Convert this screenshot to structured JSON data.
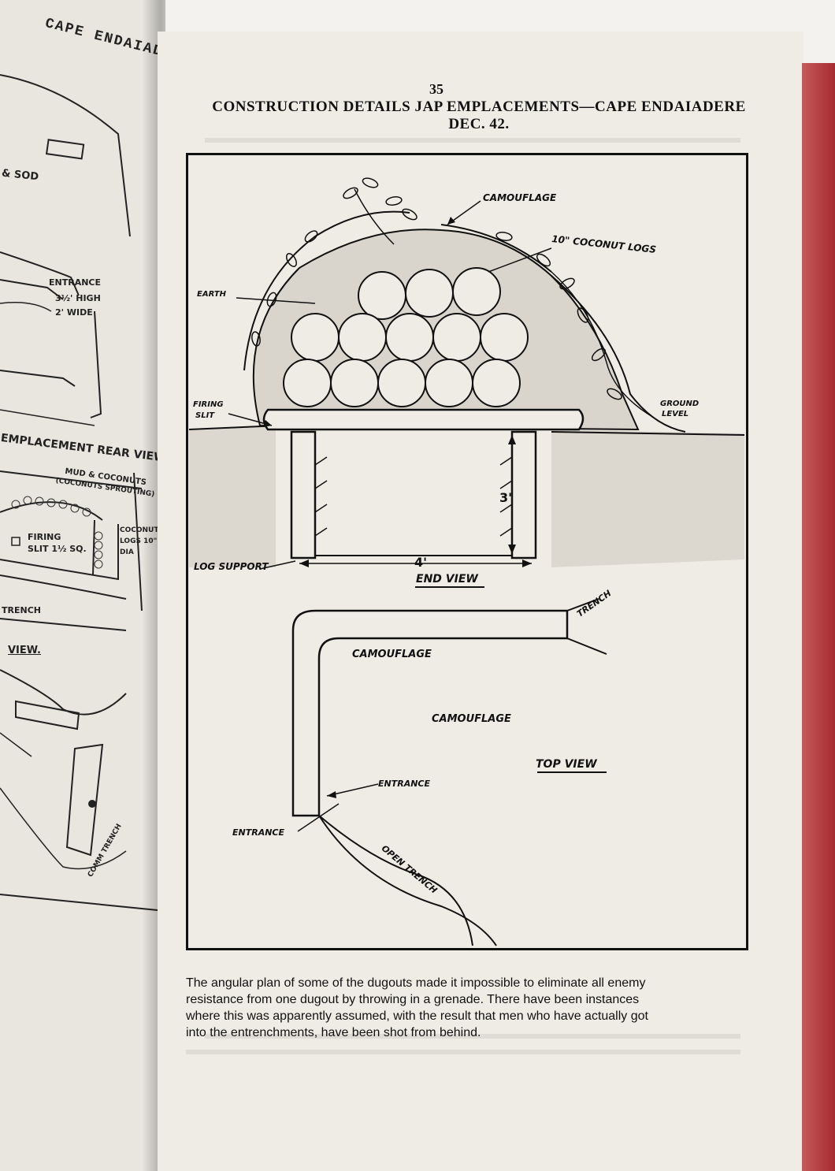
{
  "left_page": {
    "header": "CAPE ENDAIADERE AREA",
    "labels": {
      "sod": "& SOD",
      "entrance": "ENTRANCE",
      "high": "3½' HIGH",
      "wide": "2' WIDE",
      "emplacement_rear_view": "EMPLACEMENT REAR VIEW",
      "mud_coconuts": "MUD & COCONUTS",
      "coconuts_sprouting": "(COCONUTS SPROUTING)",
      "firing_slit": "FIRING",
      "slit_size": "SLIT 1½ SQ.",
      "coconut_logs": "COCONUT",
      "logs_dia": "LOGS 10\"",
      "dia": "DIA",
      "trench": "TRENCH",
      "view": "VIEW.",
      "comm_trench": "COMM TRENCH"
    }
  },
  "page": {
    "number": "35",
    "title_line1": "CONSTRUCTION DETAILS JAP EMPLACEMENTS—CAPE ENDAIADERE",
    "title_line2": "DEC. 42."
  },
  "figure": {
    "end_view": {
      "camouflage": "CAMOUFLAGE",
      "coconut_logs": "10\" COCONUT LOGS",
      "earth": "EARTH",
      "firing_slit": "FIRING",
      "slit": "SLIT",
      "ground_level": "GROUND",
      "level": "LEVEL",
      "height": "3'",
      "width": "4'",
      "log_support": "LOG SUPPORT",
      "caption": "END VIEW"
    },
    "top_view": {
      "camouflage_upper": "CAMOUFLAGE",
      "camouflage_lower": "CAMOUFLAGE",
      "trench": "TRENCH",
      "caption": "TOP VIEW",
      "entrance_upper": "ENTRANCE",
      "entrance_lower": "ENTRANCE",
      "open_trench": "OPEN TRENCH"
    }
  },
  "caption": {
    "line1": "The angular plan of some of the dugouts made it impossible to eliminate all enemy",
    "line2": "resistance from one dugout by throwing in a grenade.  There have been instances",
    "line3": "where this was apparently assumed, with the result that men who have actually got",
    "line4": "into the entrenchments, have been shot from behind."
  }
}
